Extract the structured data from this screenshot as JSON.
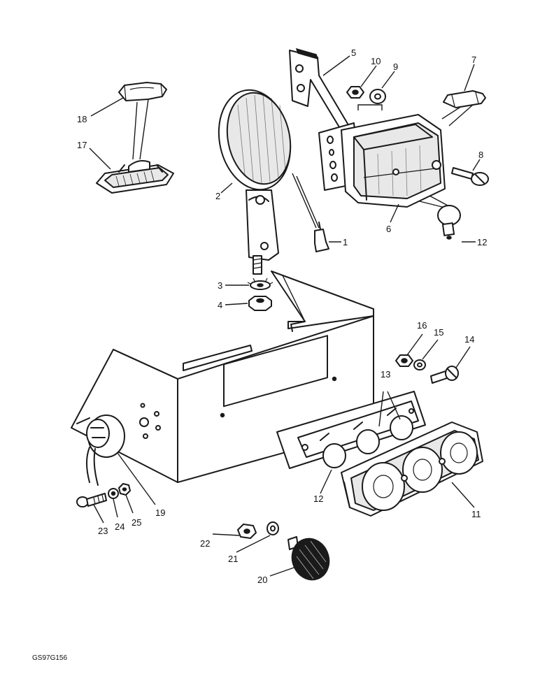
{
  "diagram": {
    "reference_code": "GS97G156",
    "callouts": [
      {
        "id": "c1",
        "text": "1"
      },
      {
        "id": "c2",
        "text": "2"
      },
      {
        "id": "c3",
        "text": "3"
      },
      {
        "id": "c4",
        "text": "4"
      },
      {
        "id": "c5",
        "text": "5"
      },
      {
        "id": "c6",
        "text": "6"
      },
      {
        "id": "c7",
        "text": "7"
      },
      {
        "id": "c8",
        "text": "8"
      },
      {
        "id": "c9",
        "text": "9"
      },
      {
        "id": "c10",
        "text": "10"
      },
      {
        "id": "c11",
        "text": "11"
      },
      {
        "id": "c12a",
        "text": "12"
      },
      {
        "id": "c12b",
        "text": "12"
      },
      {
        "id": "c13",
        "text": "13"
      },
      {
        "id": "c14",
        "text": "14"
      },
      {
        "id": "c15",
        "text": "15"
      },
      {
        "id": "c16",
        "text": "16"
      },
      {
        "id": "c17",
        "text": "17"
      },
      {
        "id": "c18",
        "text": "18"
      },
      {
        "id": "c19",
        "text": "19"
      },
      {
        "id": "c20",
        "text": "20"
      },
      {
        "id": "c21",
        "text": "21"
      },
      {
        "id": "c22",
        "text": "22"
      },
      {
        "id": "c23",
        "text": "23"
      },
      {
        "id": "c24",
        "text": "24"
      },
      {
        "id": "c25",
        "text": "25"
      }
    ]
  }
}
